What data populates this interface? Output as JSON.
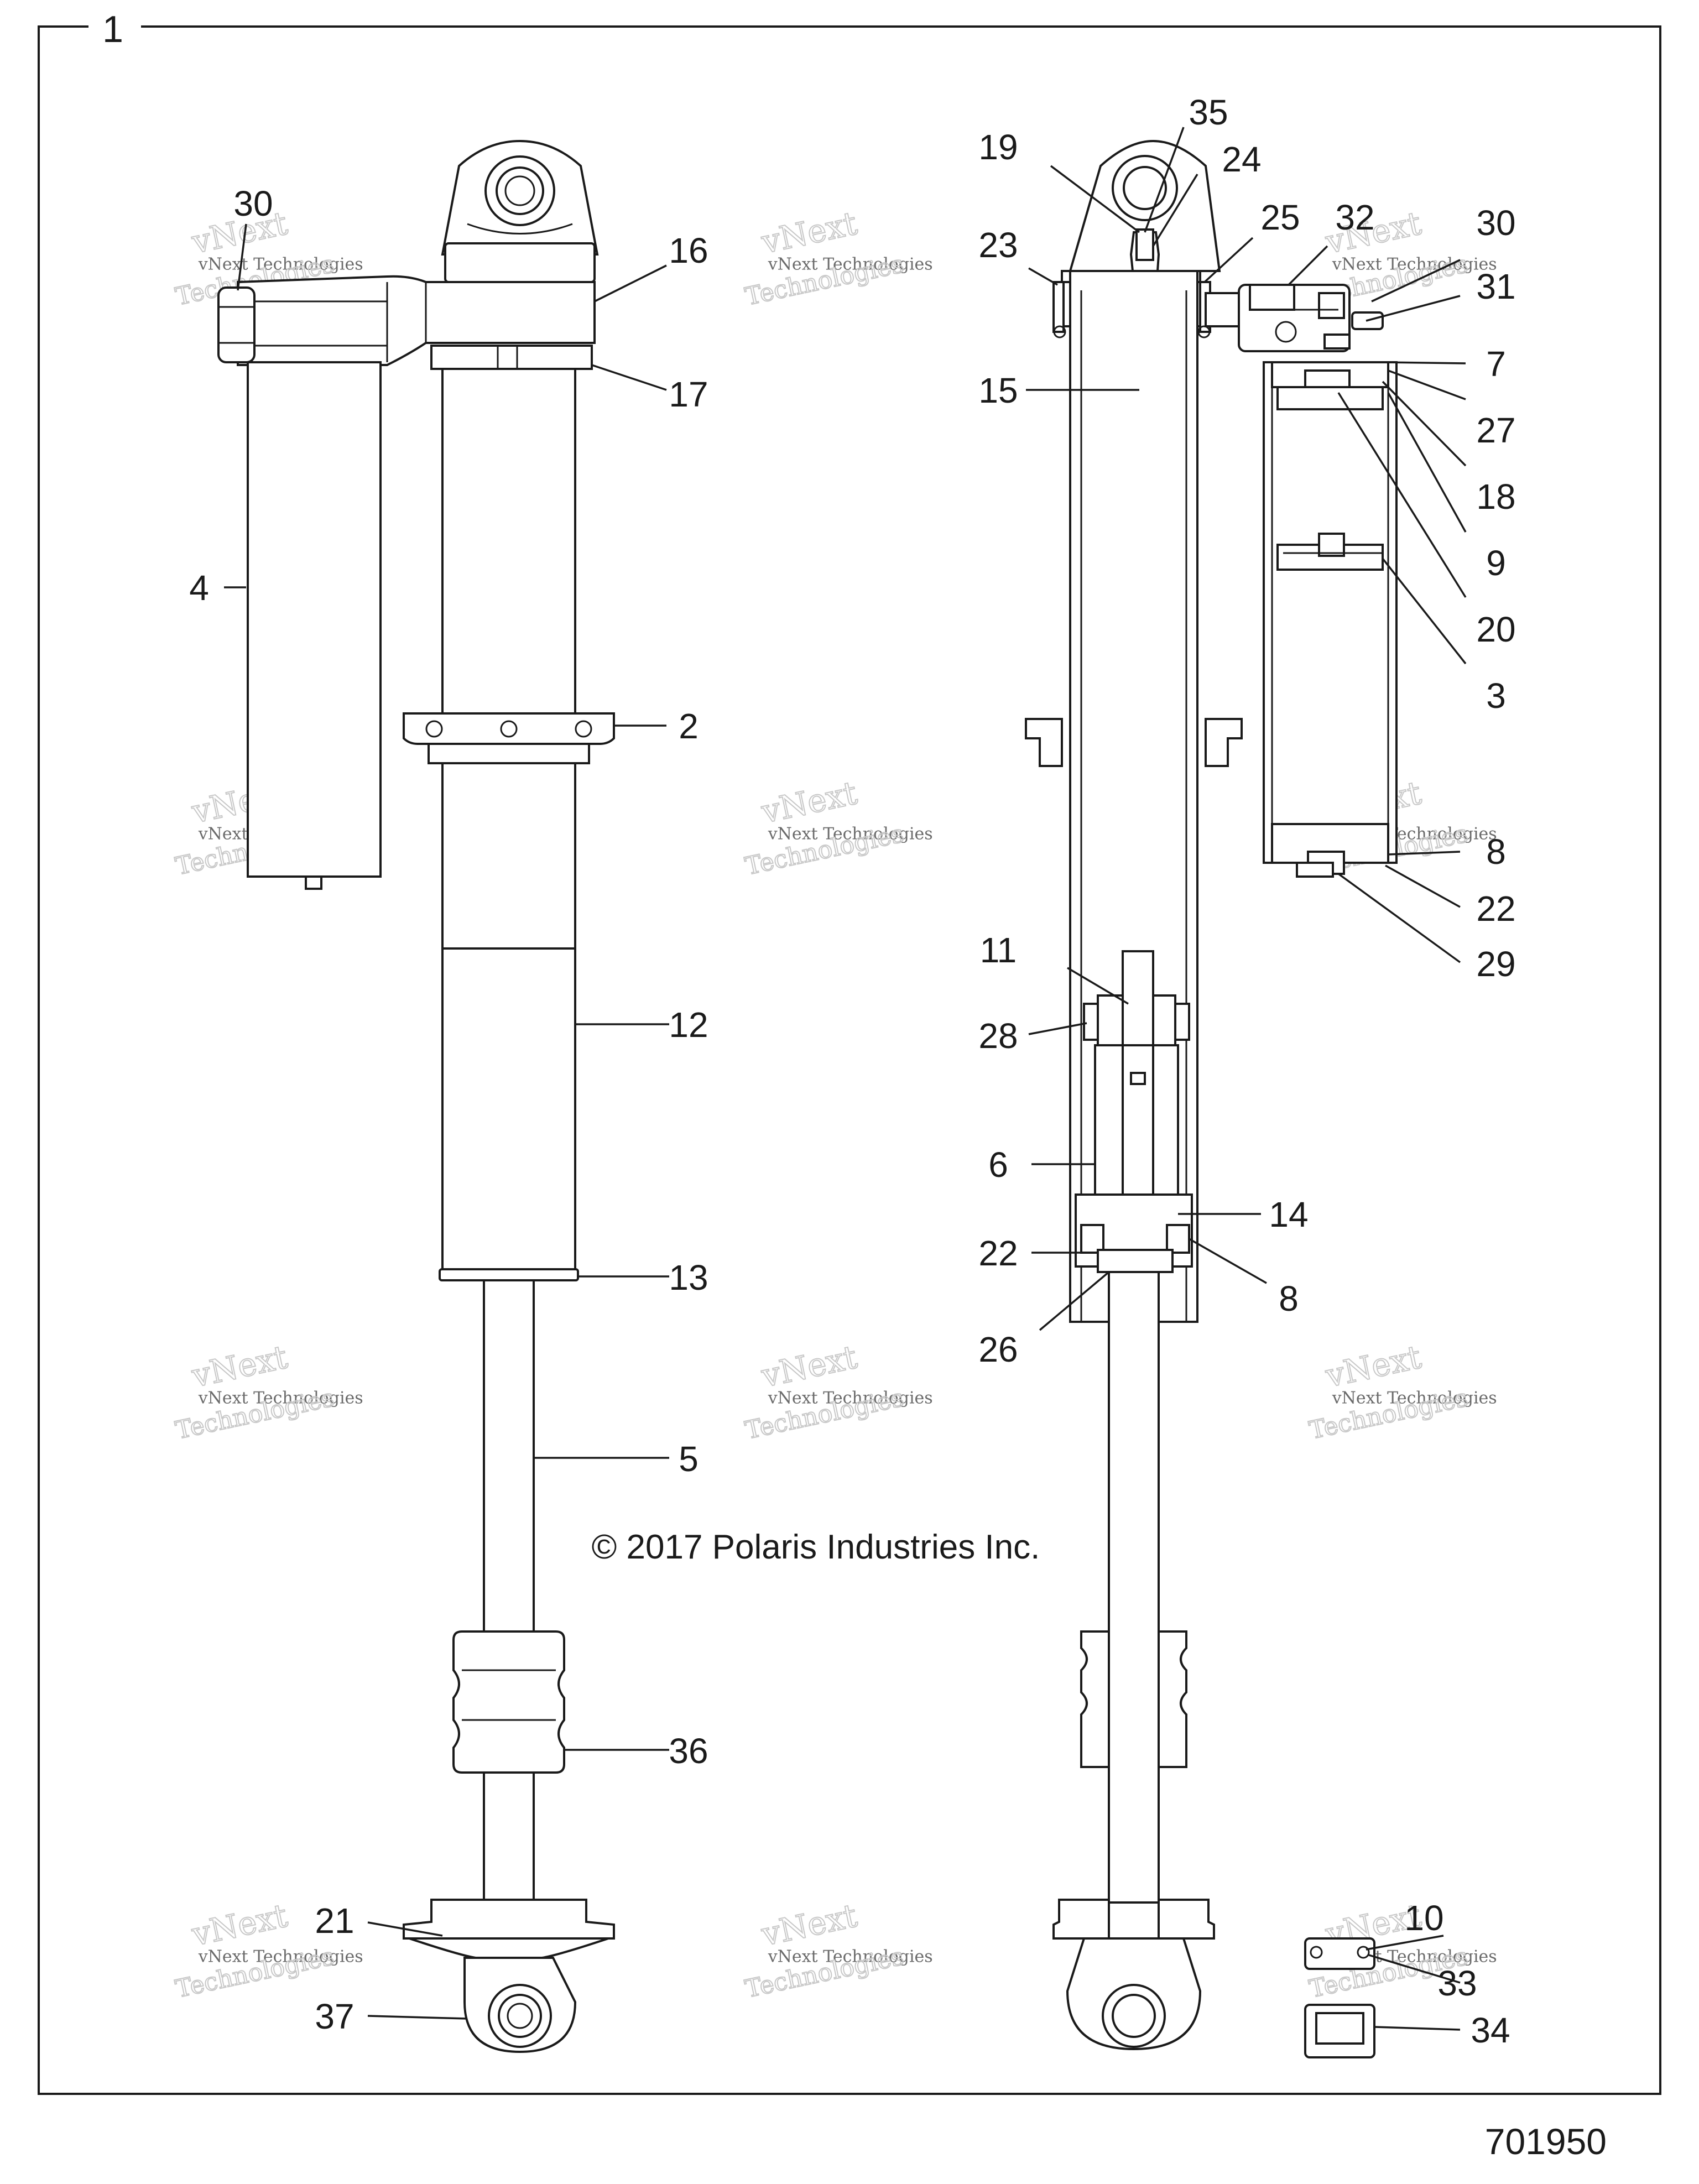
{
  "assembly_label": "1",
  "copyright": "© 2017 Polaris Industries Inc.",
  "part_number": "701950",
  "watermark": {
    "line1": "vNext Technologies",
    "line2": "vNext",
    "line3": "Technologies"
  },
  "callouts": {
    "left": {
      "c30": "30",
      "c16": "16",
      "c17": "17",
      "c4": "4",
      "c2": "2",
      "c12": "12",
      "c13": "13",
      "c5": "5",
      "c36": "36",
      "c21": "21",
      "c37": "37"
    },
    "right": {
      "c35": "35",
      "c19": "19",
      "c24": "24",
      "c25": "25",
      "c32": "32",
      "c30": "30",
      "c23": "23",
      "c31": "31",
      "c7": "7",
      "c15": "15",
      "c27": "27",
      "c18": "18",
      "c9": "9",
      "c20": "20",
      "c3": "3",
      "c8a": "8",
      "c22a": "22",
      "c29": "29",
      "c11": "11",
      "c28": "28",
      "c6": "6",
      "c14": "14",
      "c22b": "22",
      "c8b": "8",
      "c26": "26",
      "c10": "10",
      "c33": "33",
      "c34": "34"
    }
  }
}
